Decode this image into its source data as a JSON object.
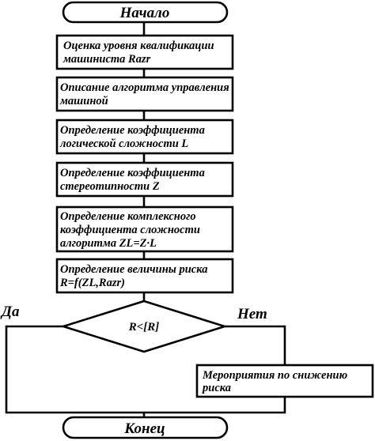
{
  "flowchart": {
    "start": "Начало",
    "steps": [
      {
        "lines": [
          "Оценка уровня квалификации",
          "машиниста Razr"
        ]
      },
      {
        "lines": [
          "Описание алгоритма управления",
          "машиной"
        ]
      },
      {
        "lines": [
          "Определение коэффициента",
          "логической сложности L"
        ]
      },
      {
        "lines": [
          "Определение коэффициента",
          "стереотипности Z"
        ]
      },
      {
        "lines": [
          "Определение комплексного",
          "коэффициента сложности",
          "алгоритма  ZL=Z·L"
        ]
      },
      {
        "lines": [
          "Определение величины риска",
          "R=f(ZL,Razr)"
        ]
      }
    ],
    "decision": "R<[R]",
    "yes_label": "Да",
    "no_label": "Нет",
    "action": {
      "lines": [
        "Мероприятия по снижению",
        "риска"
      ]
    },
    "end": "Конец"
  }
}
